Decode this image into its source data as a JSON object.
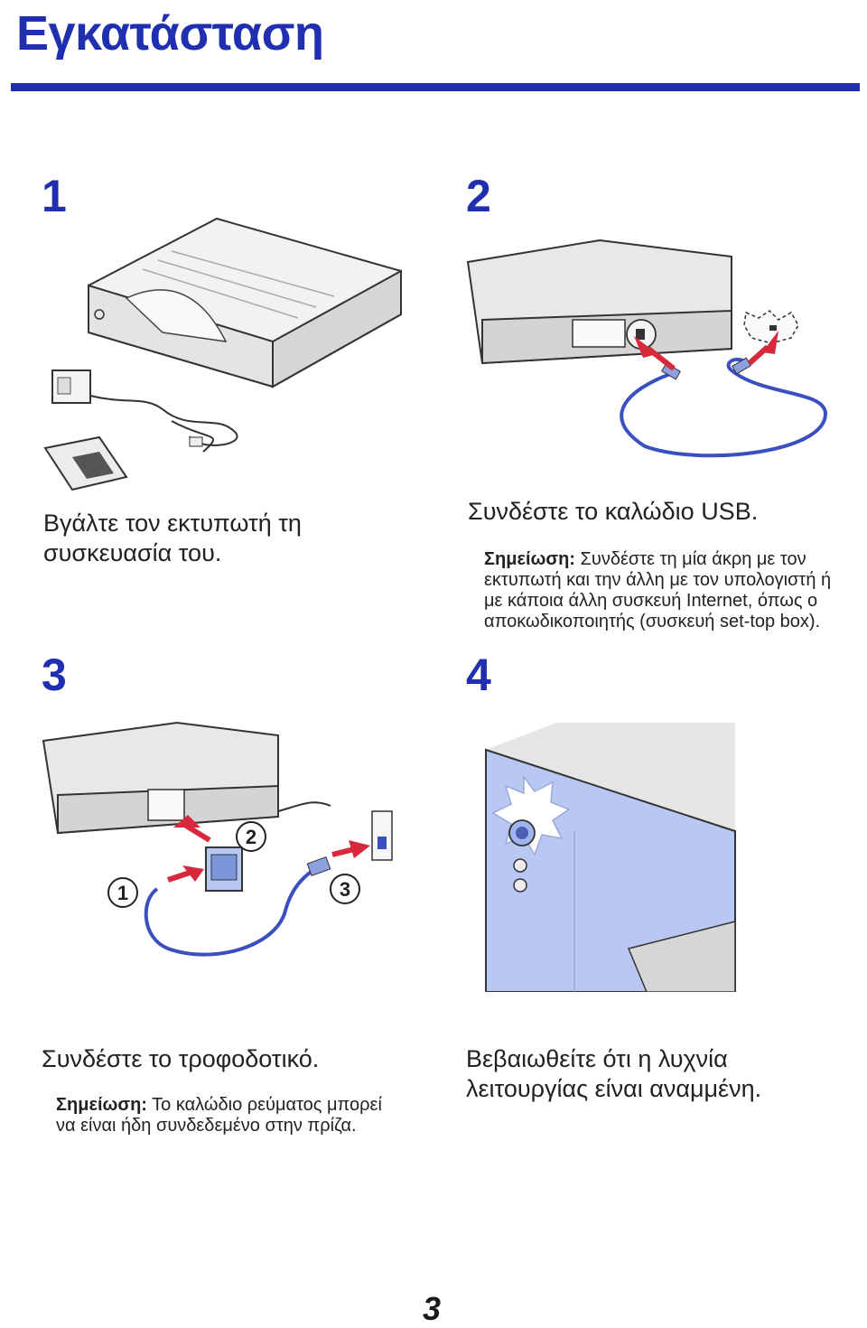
{
  "header": {
    "title": "Εγκατάσταση"
  },
  "steps": [
    {
      "number": "1",
      "caption": "Βγάλτε τον εκτυπωτή τη συσκευασία του."
    },
    {
      "number": "2",
      "caption": "Συνδέστε το καλώδιο USB.",
      "note_label": "Σημείωση:",
      "note_text": " Συνδέστε τη μία άκρη με τον εκτυπωτή και την άλλη με τον υπολογιστή ή με κάποια άλλη συσκευή Internet, όπως ο αποκωδικοποιητής (συσκευή set-top box)."
    },
    {
      "number": "3",
      "caption": "Συνδέστε το τροφοδοτικό.",
      "note_label": "Σημείωση:",
      "note_text": " Το καλώδιο ρεύματος μπορεί να είναι ήδη συνδεδεμένο στην πρίζα.",
      "callouts": [
        "1",
        "2",
        "3"
      ]
    },
    {
      "number": "4",
      "caption": "Βεβαιωθείτε ότι η λυχνία λειτουργίας είναι αναμμένη."
    }
  ],
  "footer": {
    "page_number": "3"
  },
  "colors": {
    "accent": "#1f2fb0",
    "arrow": "#d8283c",
    "cable": "#3a4fc0",
    "panel": "#b9c8f2"
  }
}
